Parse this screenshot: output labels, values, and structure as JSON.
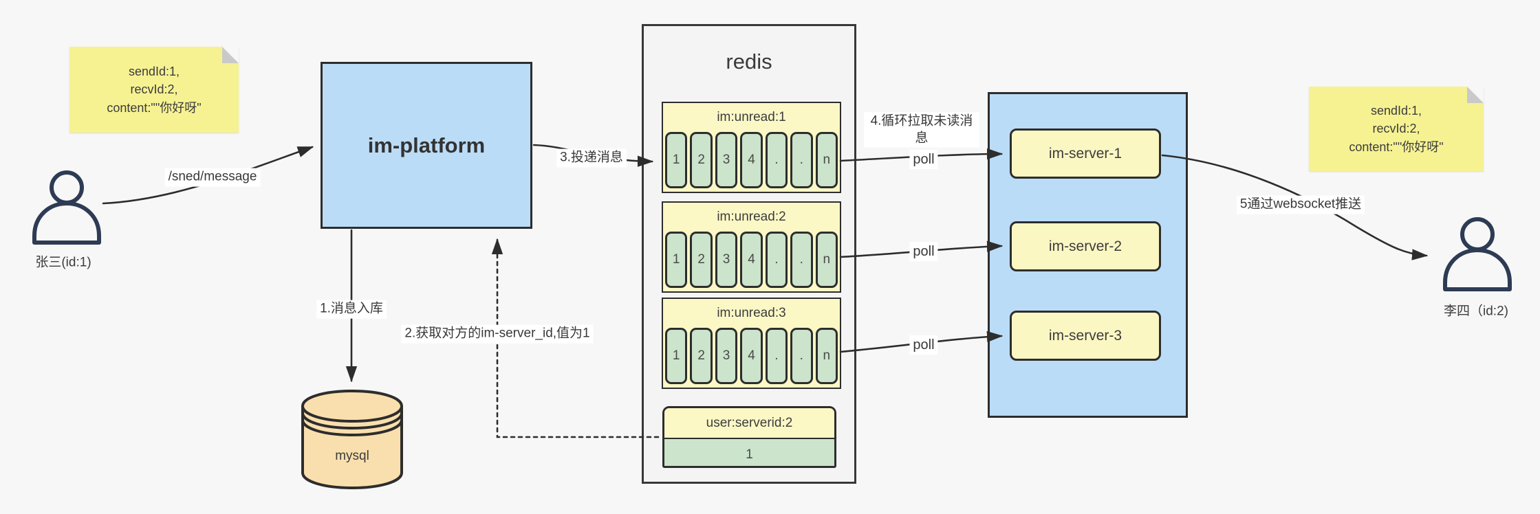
{
  "colors": {
    "background": "#f7f7f7",
    "platform_blue": "#bbdcf7",
    "note_yellow": "#f6f292",
    "list_header_yellow": "#fbf8c6",
    "cell_green": "#cbe4cb",
    "server_yellow": "#fbf7c3",
    "mysql_tan": "#fadfae",
    "stroke": "#2d2d2d"
  },
  "actors": {
    "sender": {
      "label": "张三(id:1)"
    },
    "receiver": {
      "label": "李四（id:2)"
    }
  },
  "notes": {
    "left": {
      "text": "sendId:1,\nrecvId:2,\ncontent:\"\"你好呀\""
    },
    "right": {
      "text": "sendId:1,\nrecvId:2,\ncontent:\"\"你好呀\""
    }
  },
  "platform": {
    "label": "im-platform"
  },
  "database": {
    "label": "mysql"
  },
  "redis": {
    "title": "redis",
    "lists": [
      {
        "header": "im:unread:1",
        "cells": [
          "1",
          "2",
          "3",
          "4",
          ".",
          ".",
          "n"
        ]
      },
      {
        "header": "im:unread:2",
        "cells": [
          "1",
          "2",
          "3",
          "4",
          ".",
          ".",
          "n"
        ]
      },
      {
        "header": "im:unread:3",
        "cells": [
          "1",
          "2",
          "3",
          "4",
          ".",
          ".",
          "n"
        ]
      }
    ],
    "mapping": {
      "header": "user:serverid:2",
      "value": "1"
    }
  },
  "servers": [
    {
      "label": "im-server-1"
    },
    {
      "label": "im-server-2"
    },
    {
      "label": "im-server-3"
    }
  ],
  "edge_labels": {
    "send_api": "/sned/message",
    "step1": "1.消息入库",
    "step2": "2.获取对方的im-server_id,值为1",
    "step3": "3.投递消息",
    "step4": "4.循环拉取未读消息",
    "step5": "5通过websocket推送",
    "poll": "poll"
  }
}
